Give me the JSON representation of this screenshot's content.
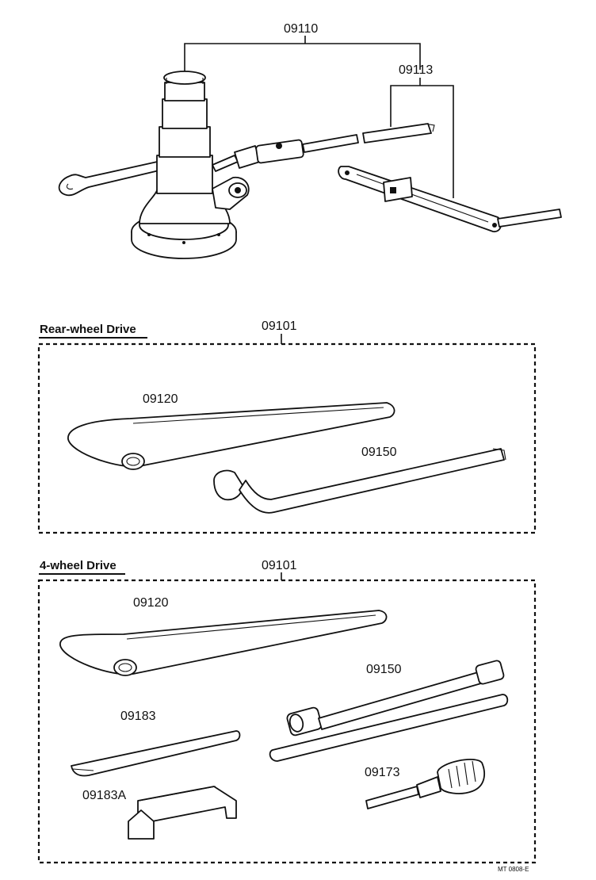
{
  "labels": {
    "jack_set": "09110",
    "handle_set": "09113",
    "rear_group": "09101",
    "rear_bag": "09120",
    "rear_wrench": "09150",
    "fwd_group": "09101",
    "fwd_bag": "09120",
    "fwd_wrench": "09150",
    "fwd_lever": "09183",
    "fwd_clip": "09183A",
    "fwd_adapter": "09173"
  },
  "sections": {
    "rear": "Rear-wheel Drive",
    "four": "4-wheel Drive"
  },
  "figure_code": "MT  0808-E"
}
